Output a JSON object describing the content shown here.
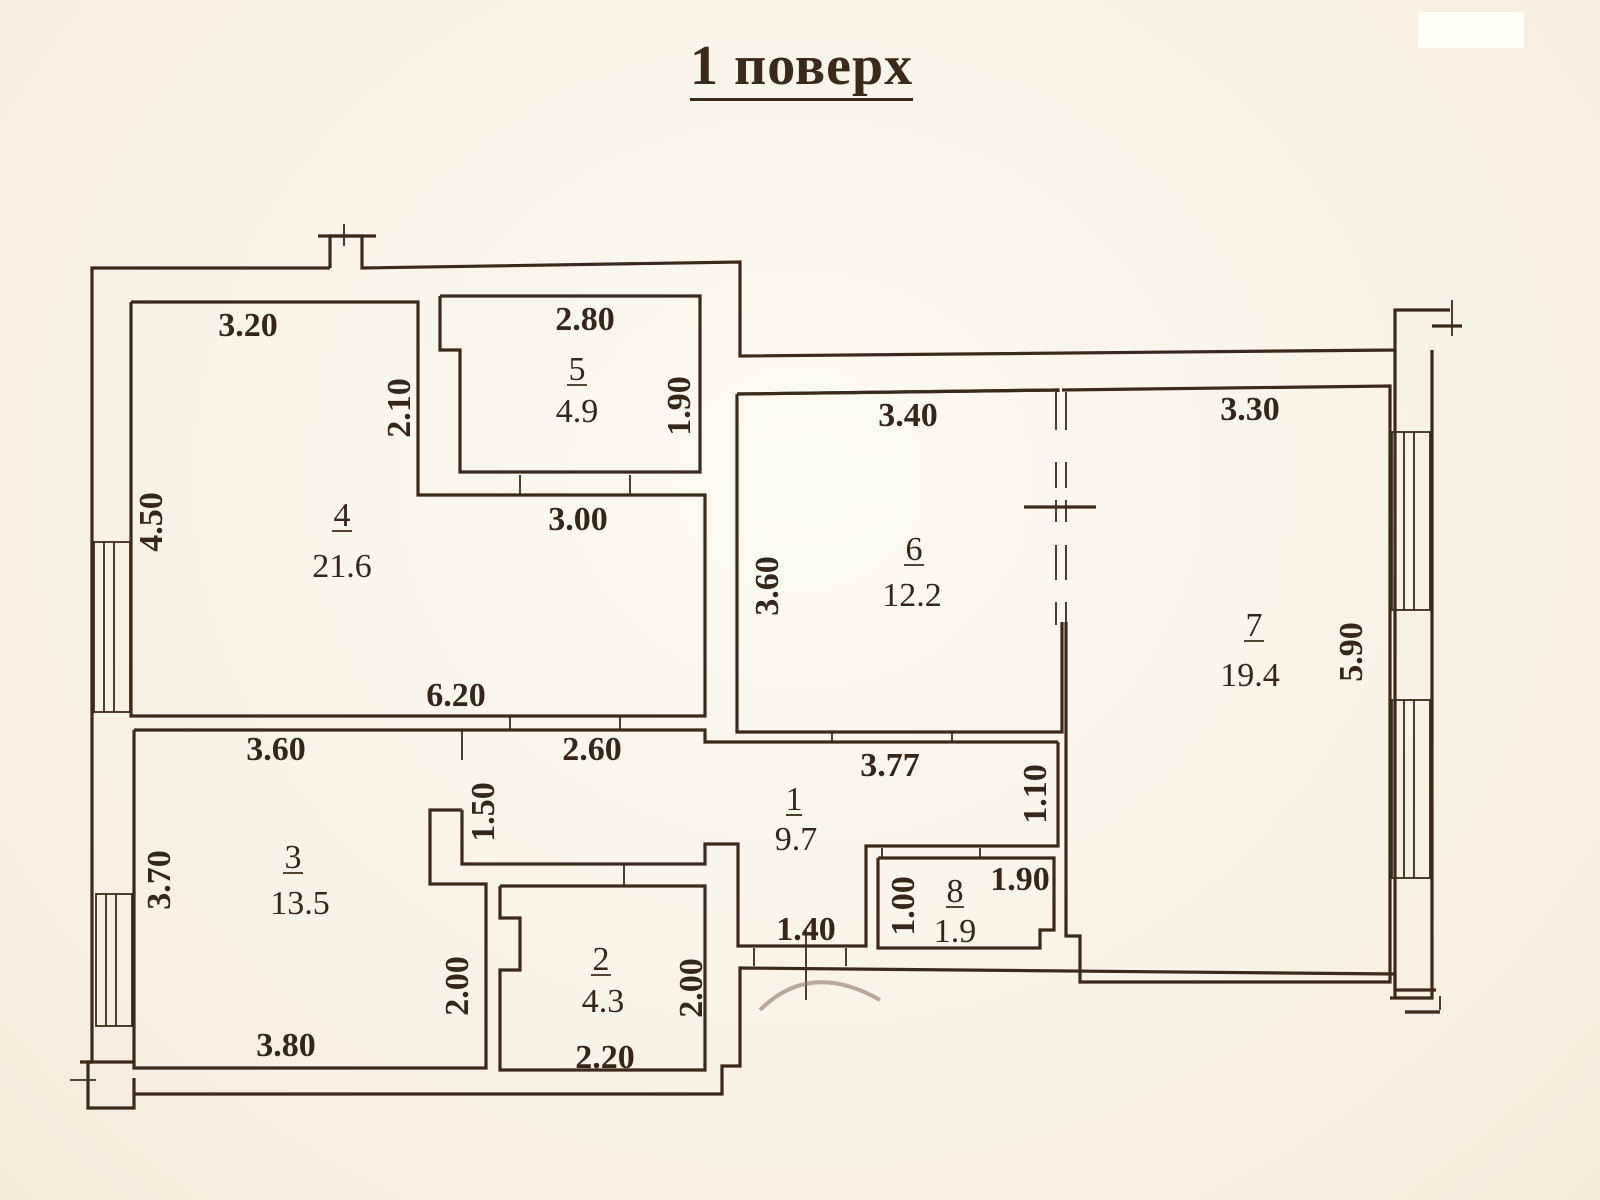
{
  "title": "1 поверх",
  "colors": {
    "line": "#3b2a1b",
    "paper": "#fbf6ec"
  },
  "rooms": [
    {
      "id": "1",
      "area": "9.7"
    },
    {
      "id": "2",
      "area": "4.3"
    },
    {
      "id": "3",
      "area": "13.5"
    },
    {
      "id": "4",
      "area": "21.6"
    },
    {
      "id": "5",
      "area": "4.9"
    },
    {
      "id": "6",
      "area": "12.2"
    },
    {
      "id": "7",
      "area": "19.4"
    },
    {
      "id": "8",
      "area": "1.9"
    }
  ],
  "dimensions": {
    "room4_top": "3.20",
    "room4_right_upper": "2.10",
    "room4_left": "4.50",
    "room4_mid": "3.00",
    "room4_bottom": "6.20",
    "room5_top": "2.80",
    "room5_right": "1.90",
    "room6_top": "3.40",
    "room6_left": "3.60",
    "room7_top": "3.30",
    "room7_right": "5.90",
    "room3_top": "3.60",
    "room3_left": "3.70",
    "room3_right": "2.00",
    "room3_bottom": "3.80",
    "room1_top": "2.60",
    "room1_notch": "1.50",
    "room1_right_top": "3.77",
    "room1_right": "1.10",
    "room1_bottom": "1.40",
    "room2_right": "2.00",
    "room2_bottom": "2.20",
    "room8_left": "1.00",
    "room8_top": "1.90"
  }
}
